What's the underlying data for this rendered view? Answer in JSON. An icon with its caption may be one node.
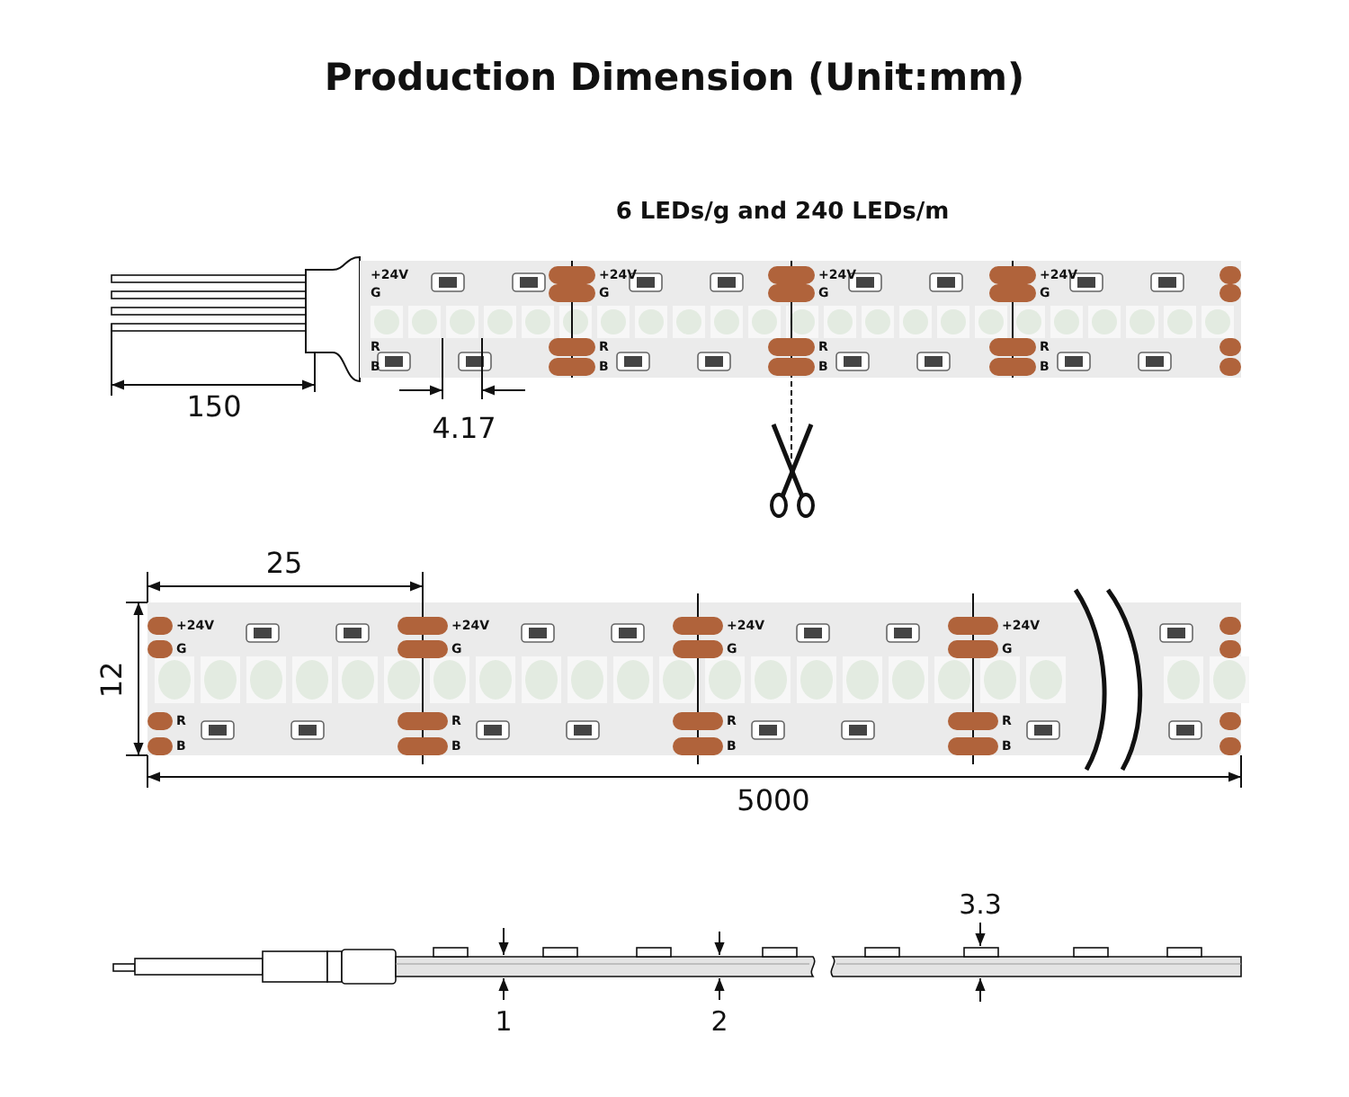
{
  "diagram": {
    "title": "Production Dimension (Unit:mm)",
    "labels": [
      "6 LEDs/g and 240 LEDs/m",
      "+24V",
      "G",
      "R",
      "B",
      "+24V",
      "G",
      "R",
      "B",
      "+24V",
      "G",
      "R",
      "B",
      "+24V",
      "G",
      "R",
      "B",
      "150",
      "4.17",
      "25",
      "12",
      "+24V",
      "G",
      "R",
      "B",
      "+24V",
      "G",
      "R",
      "B",
      "+24V",
      "G",
      "R",
      "B",
      "+24V",
      "G",
      "R",
      "B",
      "5000",
      "3.3",
      "1",
      "2"
    ]
  }
}
